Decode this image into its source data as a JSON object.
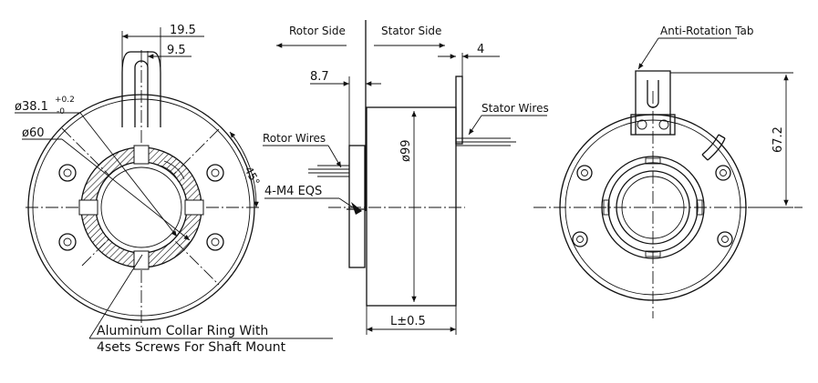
{
  "dimensions": {
    "tab_width": "19.5",
    "tab_slot": "9.5",
    "bore": "ø38.1",
    "bore_tol_upper": "+0.2",
    "bore_tol_lower": "-0",
    "flange": "ø60",
    "angle": "45°",
    "flange_thk": "8.7",
    "body_dia": "ø99",
    "tab_thk": "4",
    "length": "L±0.5",
    "tab_height": "67.2"
  },
  "labels": {
    "rotor_side": "Rotor Side",
    "stator_side": "Stator Side",
    "rotor_wires": "Rotor Wires",
    "stator_wires": "Stator Wires",
    "screws": "4-M4 EQS",
    "collar_line1": "Aluminum Collar Ring With",
    "collar_line2": "4sets Screws For Shaft Mount",
    "anti_rotation": "Anti-Rotation Tab"
  }
}
